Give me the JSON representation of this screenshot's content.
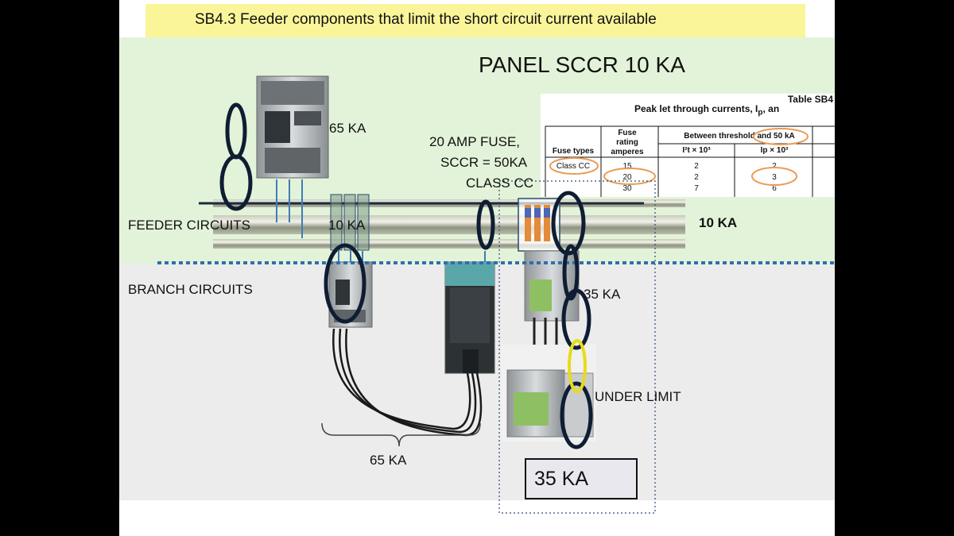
{
  "slide": {
    "section_title": "SB4.3  Feeder components that limit the short circuit current available",
    "panel_title": "PANEL SCCR 10 KA"
  },
  "labels": {
    "breaker_top_rating": "65 KA",
    "fuse_line1": "20 AMP FUSE,",
    "fuse_line2": "SCCR = 50KA",
    "fuse_line3": "CLASS CC",
    "feeder_circuits": "FEEDER CIRCUITS",
    "feeder_mid_rating": "10 KA",
    "feeder_right_rating": "10 KA",
    "branch_circuits": "BRANCH CIRCUITS",
    "contactor_rating": "35 KA",
    "under_limit": "UNDER LIMIT",
    "brace_rating": "65 KA",
    "box_rating": "35 KA"
  },
  "table": {
    "title": "Table SB4",
    "subtitle": "Peak let through currents, I",
    "subtitle_sub": "p",
    "subtitle_tail": ", an",
    "header_fuse_types": "Fuse types",
    "header_fuse_rating_1": "Fuse",
    "header_fuse_rating_2": "rating",
    "header_fuse_rating_3": "amperes",
    "header_between": "Between threshold and 50 kA",
    "header_i2t": "I²t × 10³",
    "header_ip": "Ip × 10³",
    "row_type": "Class CC",
    "rows": [
      {
        "rating": "15",
        "i2t": "2",
        "ip": "2"
      },
      {
        "rating": "20",
        "i2t": "2",
        "ip": "3"
      },
      {
        "rating": "30",
        "i2t": "7",
        "ip": "6"
      }
    ]
  },
  "colors": {
    "top_band": "#e3f3d9",
    "bottom_band": "#ececec",
    "title_highlight": "#fbf59a",
    "ring": "#0f1d33",
    "ring_highlight": "#e6dc1a",
    "table_circle": "#e99b55",
    "divider": "#2e6fb0"
  }
}
